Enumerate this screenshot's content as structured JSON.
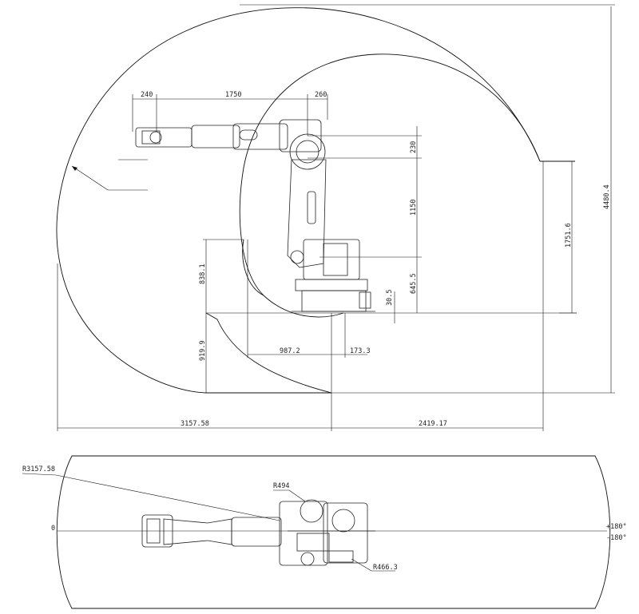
{
  "side_view": {
    "dims": {
      "d240": "240",
      "d1750": "1750",
      "d260": "260",
      "d230": "230",
      "d1150": "1150",
      "d645": "645.5",
      "d30": "30.5",
      "d1751": "1751.6",
      "d4480": "4480.4",
      "d838": "838.1",
      "d919": "919.9",
      "d987": "987.2",
      "d173": "173.3",
      "d3157": "3157.58",
      "d2419": "2419.17"
    }
  },
  "top_view": {
    "r3157": "R3157.58",
    "r494": "R494",
    "r466": "R466.3",
    "zero": "0",
    "plus180": "+180°",
    "minus180": "-180°"
  },
  "colors": {
    "line": "#111111",
    "background": "#ffffff"
  }
}
